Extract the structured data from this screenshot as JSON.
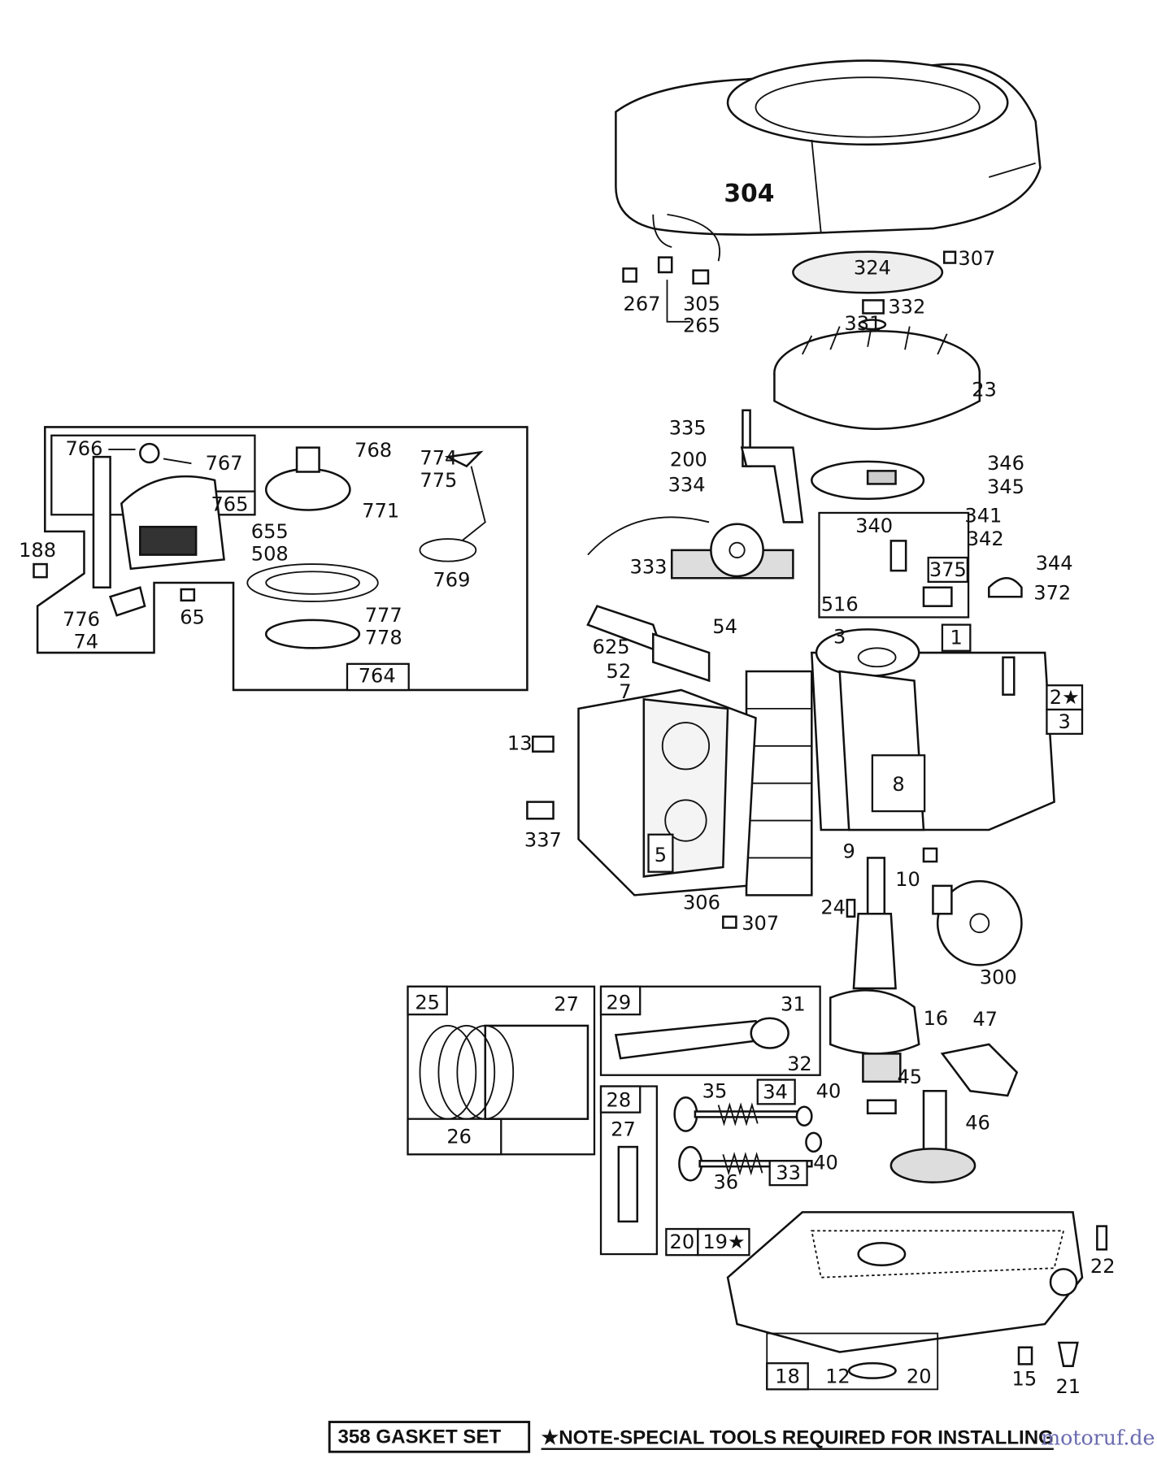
{
  "diagram": {
    "parts": {
      "blower_housing": "304",
      "screw_307a": "307",
      "screen_324": "324",
      "nut_332": "332",
      "washer_331": "331",
      "p267": "267",
      "p305": "305",
      "p265": "265",
      "flywheel": "23",
      "p335": "335",
      "p200": "200",
      "p346": "346",
      "p345": "345",
      "p334": "334",
      "p340": "340",
      "p341": "341",
      "p342": "342",
      "p375": "375",
      "p344": "344",
      "p372": "372",
      "p333": "333",
      "p516": "516",
      "p54": "54",
      "p625": "625",
      "p3a": "3",
      "p1": "1",
      "p52": "52",
      "p7": "7",
      "p2": "2★",
      "p3b": "3",
      "p13": "13",
      "p8": "8",
      "p337": "337",
      "p9": "9",
      "p10": "10",
      "p5": "5",
      "p306": "306",
      "p307b": "307",
      "p24": "24",
      "p300": "300",
      "p766": "766",
      "p767": "767",
      "p768": "768",
      "p774": "774",
      "p775": "775",
      "p765": "765",
      "p771": "771",
      "p655": "655",
      "p508": "508",
      "p769": "769",
      "p188": "188",
      "p776": "776",
      "p74": "74",
      "p65": "65",
      "p777": "777",
      "p778": "778",
      "p764": "764",
      "p25": "25",
      "p27a": "27",
      "p26": "26",
      "p29": "29",
      "p31": "31",
      "p32": "32",
      "p16": "16",
      "p47": "47",
      "p28": "28",
      "p27b": "27",
      "p34": "34",
      "p40a": "40",
      "p35": "35",
      "p45": "45",
      "p46": "46",
      "p40b": "40",
      "p36": "36",
      "p33": "33",
      "p20a": "20",
      "p19": "19★",
      "p22": "22",
      "p18": "18",
      "p12": "12",
      "p20b": "20",
      "p15": "15",
      "p21": "21"
    },
    "footer": {
      "gasket_set": "358 GASKET SET",
      "note": "★NOTE-SPECIAL TOOLS REQUIRED  FOR INSTALLING"
    },
    "watermark": "motoruf.de"
  }
}
